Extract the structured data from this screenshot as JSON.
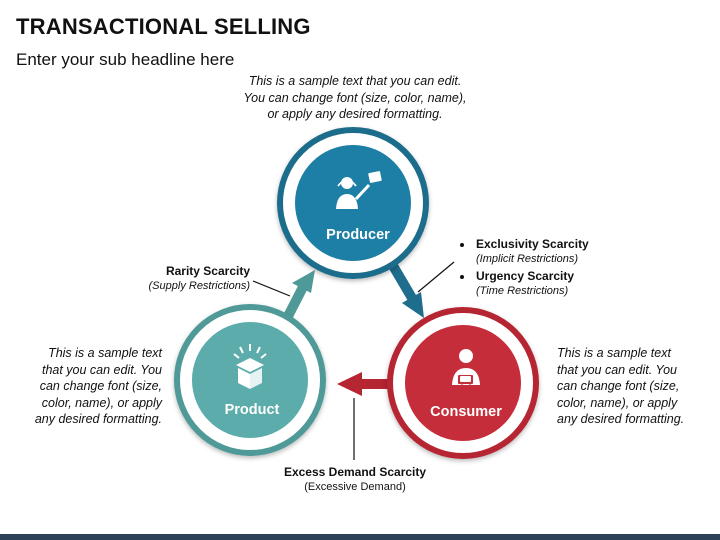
{
  "title": "TRANSACTIONAL SELLING",
  "subtitle": "Enter your sub headline here",
  "notes": {
    "top": [
      "This is a sample text that you can edit.",
      "You can change font (size, color, name),",
      "or apply any desired formatting."
    ],
    "left": [
      "This is a sample text",
      "that you can edit. You",
      "can change font (size,",
      "color, name), or apply",
      "any desired formatting."
    ],
    "right": [
      "This is a sample text",
      "that you can edit. You",
      "can change font (size,",
      "color, name), or apply",
      "any desired formatting."
    ]
  },
  "nodes": {
    "producer": {
      "label": "Producer",
      "icon": "presenter-icon",
      "color": "#1e7fa6",
      "ring": "#1f6d8c"
    },
    "product": {
      "label": "Product",
      "icon": "open-box-icon",
      "color": "#5bacaa",
      "ring": "#4f9a98"
    },
    "consumer": {
      "label": "Consumer",
      "icon": "shopper-icon",
      "color": "#c62d3a",
      "ring": "#b52532"
    }
  },
  "connections": {
    "rarity": {
      "title": "Rarity Scarcity",
      "sub": "(Supply Restrictions)"
    },
    "excess": {
      "title": "Excess Demand Scarcity",
      "sub": "(Excessive Demand)"
    },
    "bullets": [
      {
        "title": "Exclusivity Scarcity",
        "sub": "(Implicit Restrictions)"
      },
      {
        "title": "Urgency Scarcity",
        "sub": "(Time Restrictions)"
      }
    ]
  }
}
